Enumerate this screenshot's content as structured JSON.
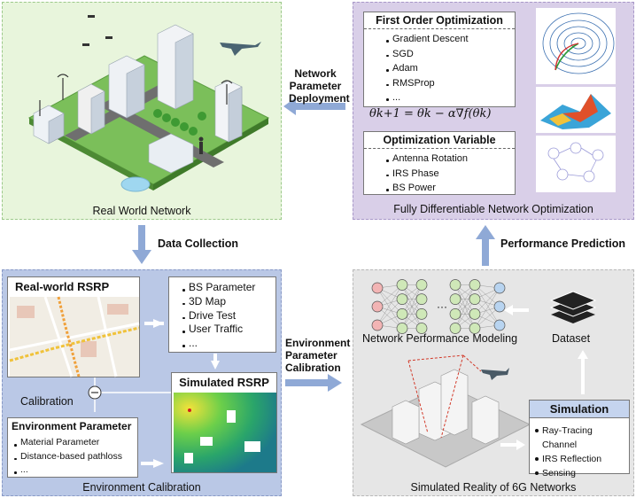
{
  "panels": {
    "real_world": {
      "caption": "Real World Network"
    },
    "optimization": {
      "caption": "Fully Differentiable Network Optimization",
      "first_order": {
        "title": "First Order Optimization",
        "items": [
          "Gradient Descent",
          "SGD",
          "Adam",
          "RMSProp",
          "..."
        ]
      },
      "formula": "θk+1 = θk − α∇f(θk)",
      "variables": {
        "title": "Optimization Variable",
        "items": [
          "Antenna Rotation",
          "IRS Phase",
          "BS Power"
        ]
      }
    },
    "calibration": {
      "caption": "Environment Calibration",
      "real_rsrp": "Real-world RSRP",
      "bs_list": [
        "BS Parameter",
        "3D Map",
        "Drive Test",
        "User Traffic",
        "..."
      ],
      "simulated_rsrp": "Simulated RSRP",
      "calibration_label": "Calibration",
      "env_param": {
        "title": "Environment Parameter",
        "items": [
          "Material Parameter",
          "Distance-based pathloss",
          "..."
        ]
      }
    },
    "simulated": {
      "caption": "Simulated Reality of 6G Networks",
      "modeling": "Network Performance Modeling",
      "dataset": "Dataset",
      "simulation": {
        "title": "Simulation",
        "items": [
          "Ray-Tracing Channel",
          "IRS Reflection",
          "Sensing"
        ]
      }
    }
  },
  "arrows": {
    "deployment": "Network Parameter Deployment",
    "data_collection": "Data Collection",
    "performance_prediction": "Performance Prediction",
    "env_calibration": "Environment Parameter Calibration"
  },
  "colors": {
    "arrow": "#8fa9d6",
    "green": "#e8f5dc",
    "purple": "#d9cfe8",
    "blue": "#bac8e6",
    "grey": "#e6e6e6"
  }
}
